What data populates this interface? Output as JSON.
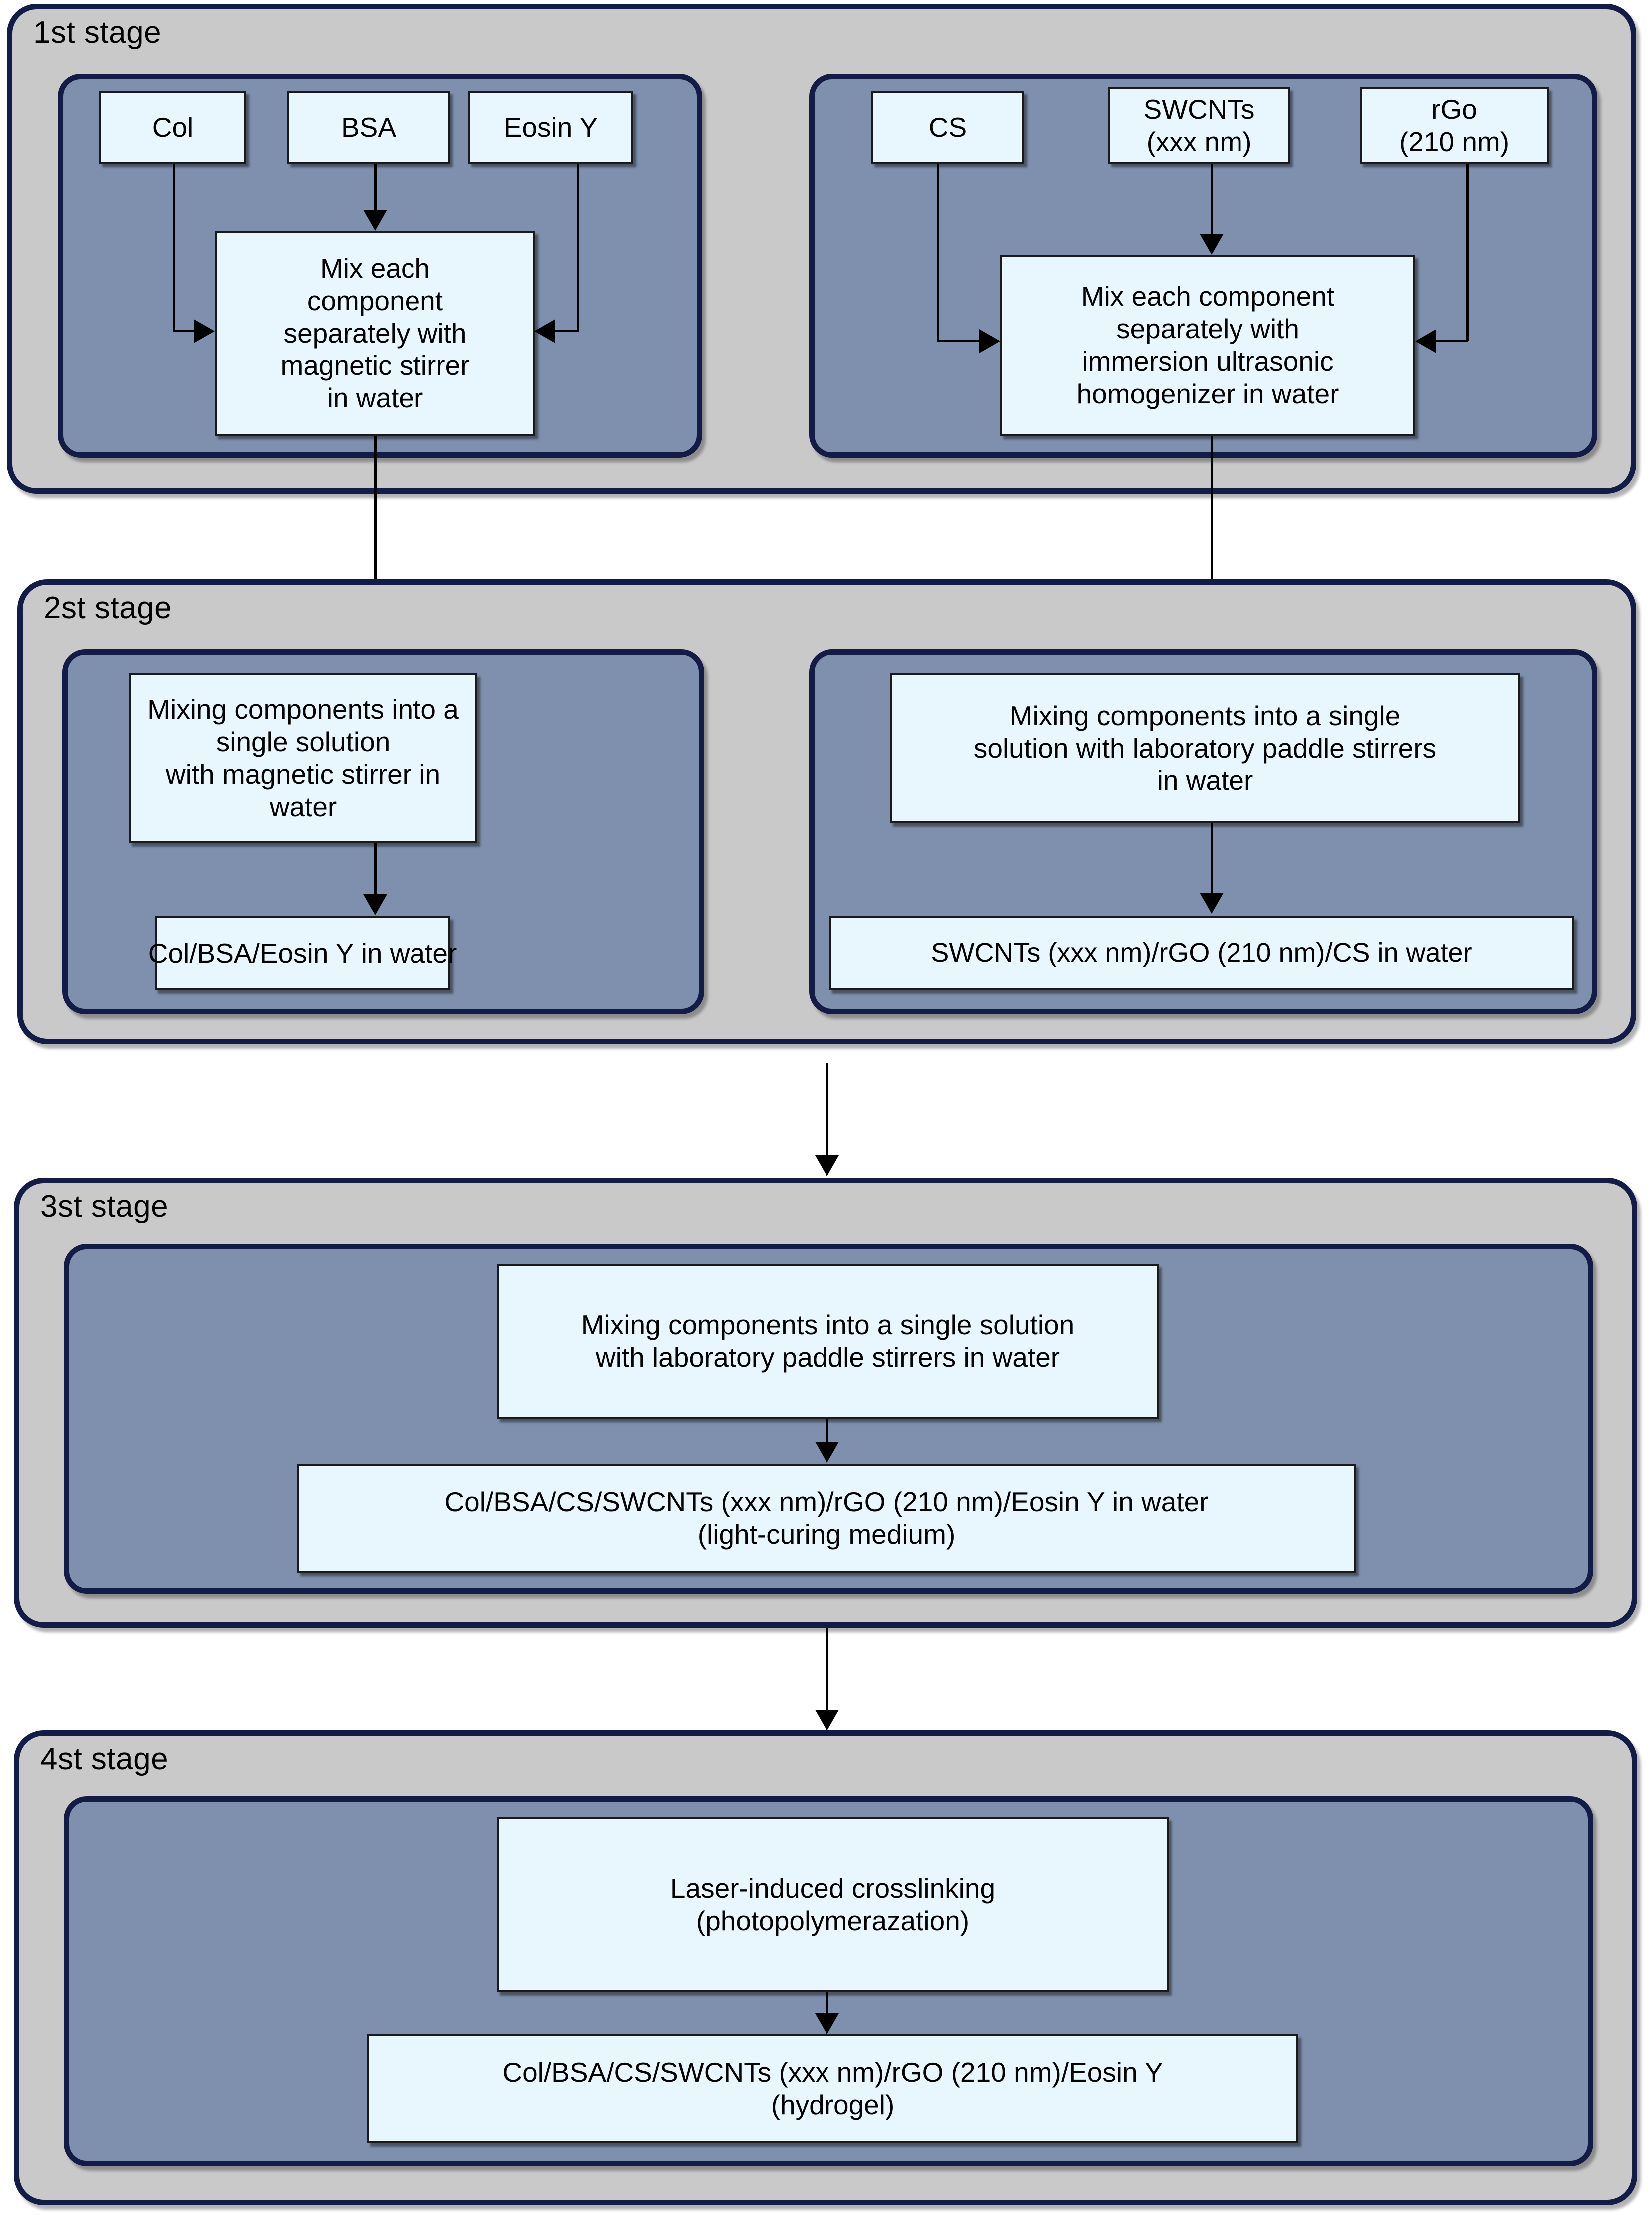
{
  "diagram": {
    "title": "Four-stage hydrogel preparation flowchart",
    "colors": {
      "outer_shell_fill": "#c9c9c9",
      "panel_fill": "#7e90ad",
      "border_navy": "#121c47",
      "node_fill": "#e8f6fd",
      "node_border": "#1a1a1a",
      "text": "#000000",
      "background": "#ffffff"
    }
  },
  "stages": [
    {
      "label": "1st stage",
      "left_panel": {
        "inputs": [
          {
            "label": "Col"
          },
          {
            "label": "BSA"
          },
          {
            "label": "Eosin Y"
          }
        ],
        "process": "Mix each\ncomponent\nseparately with\nmagnetic stirrer\nin water"
      },
      "right_panel": {
        "inputs": [
          {
            "label": "CS"
          },
          {
            "label": "SWCNTs\n(xxx nm)"
          },
          {
            "label": "rGo\n(210 nm)"
          }
        ],
        "process": "Mix each component\nseparately with\nimmersion ultrasonic\nhomogenizer in water"
      }
    },
    {
      "label": "2st stage",
      "left_panel": {
        "process": "Mixing components into a\nsingle solution\nwith magnetic stirrer in water",
        "result": "Col/BSA/Eosin Y in water"
      },
      "right_panel": {
        "process": "Mixing components into a single\nsolution with laboratory paddle stirrers\nin water",
        "result": "SWCNTs (xxx nm)/rGO (210 nm)/CS in water"
      }
    },
    {
      "label": "3st stage",
      "panel": {
        "process": "Mixing components into a single solution\nwith laboratory paddle stirrers in water",
        "result": "Col/BSA/CS/SWCNTs (xxx nm)/rGO (210 nm)/Eosin Y in water\n(light-curing medium)"
      }
    },
    {
      "label": "4st stage",
      "panel": {
        "process": "Laser-induced crosslinking\n(photopolymerazation)",
        "result": "Col/BSA/CS/SWCNTs (xxx nm)/rGO (210 nm)/Eosin Y\n(hydrogel)"
      }
    }
  ]
}
